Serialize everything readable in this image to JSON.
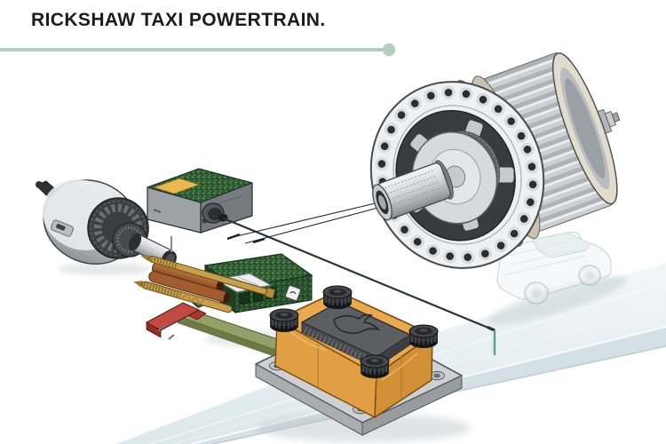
{
  "header": {
    "title": "RICKSHAW TAXI POWERTRAIN.",
    "title_color": "#1b1b1d",
    "accent_line_color": "#b5cec2"
  },
  "illustration": {
    "description": "Exploded isometric technical illustration of an electric rickshaw taxi powertrain on a translucent glass road",
    "components": [
      {
        "name": "drive-motor",
        "label": "large finned electric hub motor with splined shaft"
      },
      {
        "name": "small-motor",
        "label": "small auxiliary motor with finned flywheel and lever"
      },
      {
        "name": "controller-box",
        "label": "grey controller box with green PCB top, yellow pad and round port"
      },
      {
        "name": "axle-rods",
        "label": "brass threaded rods, copper sleeves and red bracket"
      },
      {
        "name": "pcb-module",
        "label": "green motor-controller PCB module with heatsink on mounting rail"
      },
      {
        "name": "battery-pack",
        "label": "orange battery box with four black knurled knobs, finned grey lid and bird emblem, on grey base plate"
      },
      {
        "name": "ghost-vehicle",
        "label": "translucent rickshaw taxi pickup on glass road"
      },
      {
        "name": "glass-panel-edge",
        "label": "thin dark edge of transparent panel ending on road"
      },
      {
        "name": "callout-lines",
        "label": "two thin leader lines pointing to motor shaft"
      }
    ],
    "colors": {
      "battery_orange": "#e8a94f",
      "battery_orange_shade": "#d18f36",
      "pcb_green": "#2e5c33",
      "lid_grey": "#54575b",
      "road_blue": "#dfeaee",
      "metal_light": "#eef0f1",
      "collar_cream": "#ded7c8",
      "brass": "#c8a04b",
      "copper": "#a25c2e",
      "red_bracket": "#c14a42",
      "accent_sage": "#b5cec2"
    }
  }
}
